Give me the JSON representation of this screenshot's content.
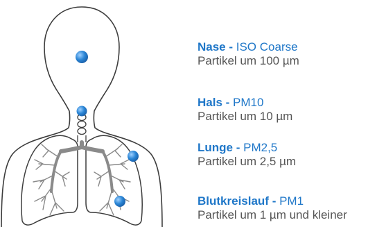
{
  "colors": {
    "accent": "#1f77c8",
    "outline": "#3d3d3d",
    "lung_vessels": "#8a8a8a",
    "subtext": "#555555",
    "background": "#ffffff"
  },
  "labels": [
    {
      "name": "Nase",
      "sep": " - ",
      "fraction": "ISO Coarse",
      "particle": "Partikel um 100 µm"
    },
    {
      "name": "Hals",
      "sep": " - ",
      "fraction": "PM10",
      "particle": "Partikel um 10 µm"
    },
    {
      "name": "Lunge",
      "sep": " - ",
      "fraction": "PM2,5",
      "particle": "Partikel um 2,5 µm"
    },
    {
      "name": "Blutkreislauf",
      "sep": " - ",
      "fraction": "PM1",
      "particle": "Partikel um 1 µm und kleiner"
    }
  ]
}
